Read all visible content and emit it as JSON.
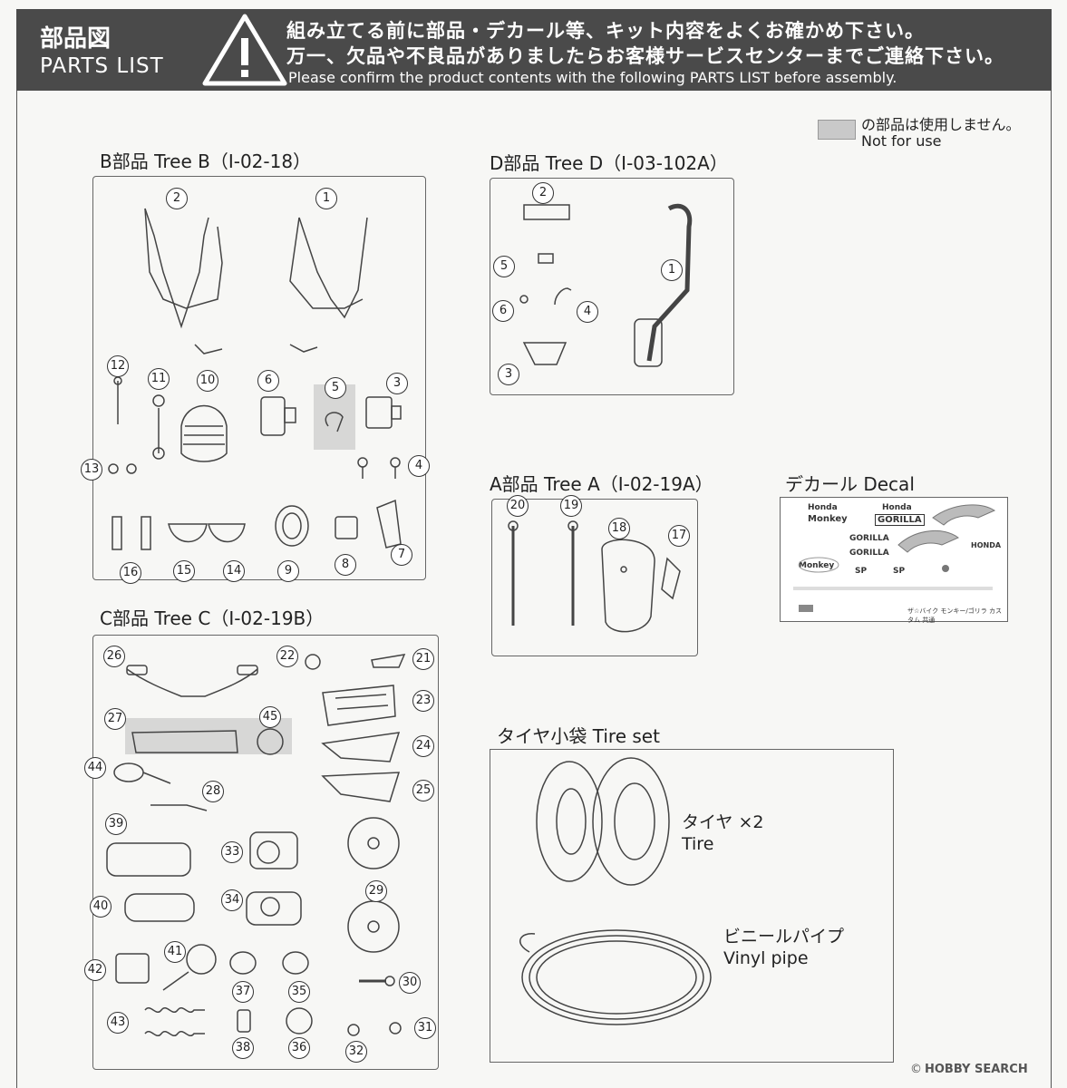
{
  "header": {
    "title_jp": "部品図",
    "title_en": "PARTS LIST",
    "notice_jp_1": "組み立てる前に部品・デカール等、キット内容をよくお確かめ下さい。",
    "notice_jp_2": "万一、欠品や不良品がありましたらお客様サービスセンターまでご連絡下さい。",
    "notice_en": "Please confirm the product contents with the following PARTS LIST before assembly."
  },
  "legend": {
    "jp": "の部品は使用しません。",
    "en": "Not for use"
  },
  "sections": {
    "tree_b": "B部品 Tree B（I-02-18）",
    "tree_d": "D部品 Tree D（I-03-102A）",
    "tree_a": "A部品 Tree A（I-02-19A）",
    "decal": "デカール Decal",
    "tree_c": "C部品 Tree C（I-02-19B）",
    "tire": "タイヤ小袋 Tire set"
  },
  "tire_set": {
    "tire_jp": "タイヤ ×2",
    "tire_en": "Tire",
    "pipe_jp": "ビニールパイプ",
    "pipe_en": "Vinyl pipe"
  },
  "decal_texts": [
    "Honda",
    "Monkey",
    "Honda",
    "GORILLA",
    "GORILLA",
    "GORILLA",
    "HONDA",
    "Monkey",
    "SP",
    "SP"
  ],
  "decal_caption": "ザ☆バイク モンキー/ゴリラ カスタム 共通",
  "watermark": {
    "copy": "©",
    "brand": "HOBBY SEARCH"
  },
  "part_numbers": {
    "b": [
      "2",
      "1",
      "12",
      "11",
      "10",
      "6",
      "5",
      "3",
      "13",
      "4",
      "16",
      "15",
      "14",
      "9",
      "8",
      "7"
    ],
    "d": [
      "2",
      "5",
      "1",
      "6",
      "4",
      "3"
    ],
    "a": [
      "20",
      "19",
      "18",
      "17"
    ],
    "c": [
      "26",
      "22",
      "21",
      "27",
      "45",
      "23",
      "24",
      "44",
      "28",
      "25",
      "39",
      "33",
      "29",
      "40",
      "34",
      "42",
      "41",
      "37",
      "35",
      "30",
      "43",
      "38",
      "36",
      "32",
      "31"
    ]
  },
  "colors": {
    "header_bg": "#4a4a4a",
    "unused_gray": "#c9c9c9"
  }
}
